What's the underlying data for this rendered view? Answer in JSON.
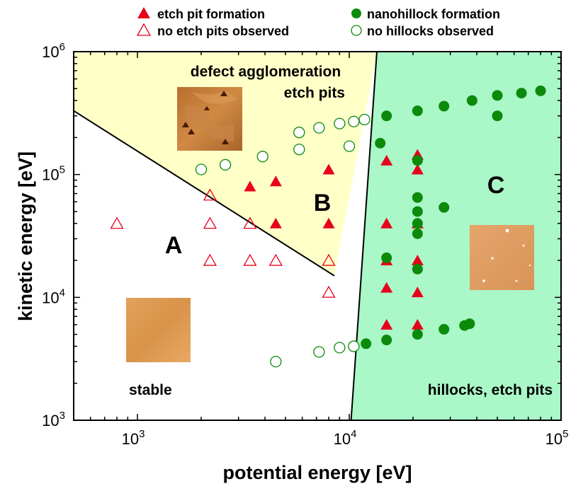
{
  "chart_data": {
    "type": "scatter",
    "xlabel": "potential energy [eV]",
    "ylabel": "kinetic energy [eV]",
    "x_scale": "log",
    "y_scale": "log",
    "xlim": [
      500,
      100000
    ],
    "ylim": [
      1000,
      1000000
    ],
    "x_ticks": [
      {
        "base": "10",
        "exp": "3",
        "value": 1000
      },
      {
        "base": "10",
        "exp": "4",
        "value": 10000
      },
      {
        "base": "10",
        "exp": "5",
        "value": 100000
      }
    ],
    "y_ticks": [
      {
        "base": "10",
        "exp": "3",
        "value": 1000
      },
      {
        "base": "10",
        "exp": "4",
        "value": 10000
      },
      {
        "base": "10",
        "exp": "5",
        "value": 100000
      },
      {
        "base": "10",
        "exp": "6",
        "value": 1000000
      }
    ],
    "legend_position": "top",
    "legend": [
      {
        "label": "etch pit formation",
        "marker": "filled-triangle",
        "color": "#e8001c"
      },
      {
        "label": "no etch pits observed",
        "marker": "open-triangle",
        "color": "#e8001c"
      },
      {
        "label": "nanohillock formation",
        "marker": "filled-circle",
        "color": "#0b8a0b"
      },
      {
        "label": "no hillocks observed",
        "marker": "open-circle",
        "color": "#0b8a0b"
      }
    ],
    "regions": [
      {
        "label": "A",
        "sublabel": "stable",
        "color": "#ffffff"
      },
      {
        "label": "B",
        "sublabel": "defect agglomeration etch pits",
        "color": "#ffffc8"
      },
      {
        "label": "C",
        "sublabel": "hillocks, etch pits",
        "color": "#aaf7c8"
      }
    ],
    "region_lines": [
      {
        "name": "A-B boundary",
        "points": [
          [
            500,
            330000
          ],
          [
            8500,
            15000
          ]
        ]
      },
      {
        "name": "B-C boundary",
        "points": [
          [
            10200,
            1000
          ],
          [
            13500,
            1000000
          ]
        ]
      }
    ],
    "series": [
      {
        "name": "etch pit formation",
        "marker": "filled-triangle",
        "color": "#e8001c",
        "points": [
          [
            3400,
            80000
          ],
          [
            4500,
            88000
          ],
          [
            4500,
            40000
          ],
          [
            8000,
            110000
          ],
          [
            8000,
            40000
          ],
          [
            15000,
            130000
          ],
          [
            15000,
            40000
          ],
          [
            15000,
            20000
          ],
          [
            15000,
            12000
          ],
          [
            15000,
            6000
          ],
          [
            21000,
            145000
          ],
          [
            21000,
            110000
          ],
          [
            21000,
            40000
          ],
          [
            21000,
            20000
          ],
          [
            21000,
            11000
          ],
          [
            21000,
            6000
          ]
        ]
      },
      {
        "name": "no etch pits observed",
        "marker": "open-triangle",
        "color": "#e8001c",
        "points": [
          [
            800,
            40000
          ],
          [
            2200,
            68000
          ],
          [
            2200,
            40000
          ],
          [
            2200,
            20000
          ],
          [
            3400,
            40000
          ],
          [
            3400,
            20000
          ],
          [
            4500,
            20000
          ],
          [
            8000,
            20000
          ],
          [
            8000,
            11000
          ]
        ]
      },
      {
        "name": "nanohillock formation",
        "marker": "filled-circle",
        "color": "#0b8a0b",
        "points": [
          [
            14000,
            180000
          ],
          [
            15000,
            300000
          ],
          [
            21000,
            330000
          ],
          [
            28000,
            360000
          ],
          [
            38000,
            400000
          ],
          [
            50000,
            440000
          ],
          [
            50000,
            300000
          ],
          [
            65000,
            460000
          ],
          [
            80000,
            480000
          ],
          [
            21000,
            130000
          ],
          [
            21000,
            65000
          ],
          [
            21000,
            50000
          ],
          [
            21000,
            40000
          ],
          [
            21000,
            33000
          ],
          [
            15000,
            21000
          ],
          [
            21000,
            17000
          ],
          [
            28000,
            54000
          ],
          [
            12000,
            4200
          ],
          [
            15000,
            4500
          ],
          [
            21000,
            5000
          ],
          [
            28000,
            5500
          ],
          [
            35000,
            5900
          ],
          [
            37000,
            6100
          ]
        ]
      },
      {
        "name": "no hillocks observed",
        "marker": "open-circle",
        "color": "#0b8a0b",
        "points": [
          [
            2000,
            110000
          ],
          [
            2600,
            120000
          ],
          [
            3900,
            140000
          ],
          [
            5800,
            220000
          ],
          [
            5800,
            160000
          ],
          [
            7200,
            240000
          ],
          [
            9000,
            260000
          ],
          [
            10500,
            270000
          ],
          [
            11800,
            280000
          ],
          [
            10000,
            170000
          ],
          [
            4500,
            3000
          ],
          [
            7200,
            3600
          ],
          [
            9000,
            3900
          ],
          [
            10500,
            4000
          ]
        ]
      }
    ]
  },
  "colors": {
    "etch_red": "#e8001c",
    "hillock_green": "#0b8a0b",
    "region_b_fill": "#ffffc8",
    "region_c_fill": "#aaf7c8"
  }
}
